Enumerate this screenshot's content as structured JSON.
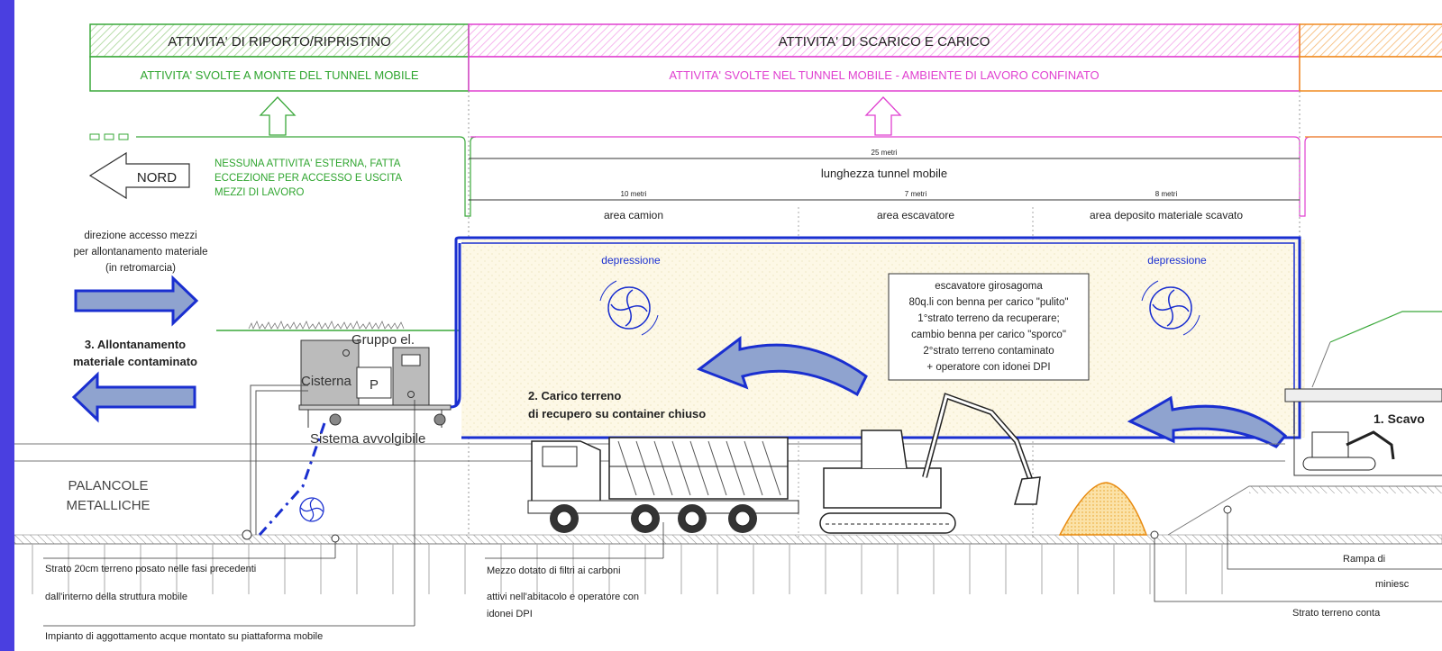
{
  "header": {
    "left_title": "ATTIVITA' DI RIPORTO/RIPRISTINO",
    "left_subtitle": "ATTIVITA' SVOLTE A MONTE DEL TUNNEL MOBILE",
    "mid_title": "ATTIVITA' DI SCARICO E CARICO",
    "mid_subtitle": "ATTIVITA' SVOLTE NEL TUNNEL MOBILE - AMBIENTE DI LAVORO CONFINATO"
  },
  "north_label": "NORD",
  "external_note": [
    "NESSUNA ATTIVITA' ESTERNA, FATTA",
    "ECCEZIONE PER ACCESSO E USCITA",
    "MEZZI DI LAVORO"
  ],
  "tunnel": {
    "total_length": "25 metri",
    "total_label": "lunghezza tunnel mobile",
    "segments": [
      {
        "length": "10 metri",
        "label": "area camion"
      },
      {
        "length": "7 metri",
        "label": "area escavatore"
      },
      {
        "length": "8 metri",
        "label": "area deposito materiale scavato"
      }
    ],
    "depression_label": "depressione"
  },
  "access_note": [
    "direzione accesso mezzi",
    "per allontanamento materiale",
    "(in retromarcia)"
  ],
  "step3": [
    "3. Allontanamento",
    "materiale contaminato"
  ],
  "step2": [
    "2. Carico terreno",
    "di recupero su container chiuso"
  ],
  "step1": "1. Scavo",
  "equipment": {
    "generator": "Gruppo el.",
    "tank": "Cisterna",
    "pump": "P",
    "reel": "Sistema avvolgibile"
  },
  "excavator_box": [
    "escavatore girosagoma",
    "80q.li con benna per carico \"pulito\"",
    "1°strato terreno da recuperare;",
    "cambio benna per carico \"sporco\"",
    "2°strato terreno contaminato",
    "+ operatore con idonei DPI"
  ],
  "sheet_piles": [
    "PALANCOLE",
    "METALLICHE"
  ],
  "notes": {
    "strato": [
      "Strato 20cm terreno posato nelle fasi precedenti",
      "dall'interno della struttura mobile"
    ],
    "impianto": "Impianto di aggottamento acque montato su piattaforma mobile",
    "mezzo": [
      "Mezzo dotato di filtri ai carboni",
      "attivi nell'abitacolo e operatore con",
      "idonei DPI"
    ],
    "rampa": [
      "Rampa di",
      "miniesc"
    ],
    "strato_right": "Strato terreno conta"
  }
}
